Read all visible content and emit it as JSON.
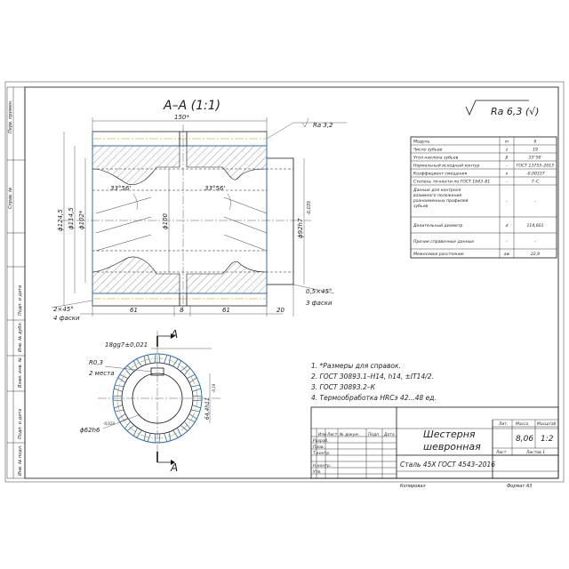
{
  "section_title": "А–А (1:1)",
  "roughness_general": "Ra 6,3 (√)",
  "roughness_local": "Ra 3,2",
  "dimensions": {
    "length": "150*",
    "d_outer": "ϕ124,5",
    "d_root": "ϕ114,5",
    "d_inner": "ϕ102*",
    "d_bore": "ϕ100",
    "d_fit": "ϕ92h7",
    "d_fit_tol": "-0,035",
    "helix_angle_1": "33°56'",
    "helix_angle_2": "33°56'",
    "chamfer_left": "2×45°",
    "chamfer_left_note": "4 фаски",
    "chamfer_right": "0,5×45°",
    "chamfer_right_note": "3 фаски",
    "seg_61_left": "61",
    "seg_8": "8",
    "seg_61_right": "61",
    "seg_20": "20",
    "keyway": "18gg7±0,021",
    "radius": "R0,3",
    "radius_note": "2 места",
    "d_shaft": "ϕ62h6",
    "d_shaft_tol": "-0,019",
    "key_depth": "64,4h11",
    "key_depth_tol": "-0,19",
    "section_mark": "А"
  },
  "gear_params": {
    "rows": [
      {
        "name": "Модуль",
        "sym": "m",
        "val": "6"
      },
      {
        "name": "Число зубьев",
        "sym": "z",
        "val": "19"
      },
      {
        "name": "Угол наклона зубьев",
        "sym": "β",
        "val": "33°56'"
      },
      {
        "name": "Нормальный исходный контур",
        "sym": "–",
        "val": "ГОСТ 13755–2015"
      },
      {
        "name": "Коэффициент смещения",
        "sym": "x",
        "val": "–0,00337"
      },
      {
        "name": "Степень точности по ГОСТ 1643–81",
        "sym": "–",
        "val": "7–С"
      },
      {
        "name": "Данные для контроля взаимного положения разноименных профилей зубьев",
        "sym": "–",
        "val": "–"
      },
      {
        "name": "Делительный диаметр",
        "sym": "d",
        "val": "114,601"
      },
      {
        "name": "Прочие справочные данные",
        "sym": "–",
        "val": "–"
      },
      {
        "name": "Межосевое расстояние",
        "sym": "aw",
        "val": "22,9"
      }
    ]
  },
  "notes": [
    "1. *Размеры для справок.",
    "2. ГОСТ 30893.1–H14, h14, ±IT14/2.",
    "3. ГОСТ 30893.2–К",
    "4. Термообработка HRCэ 42...48 ед."
  ],
  "title_block": {
    "part_name_1": "Шестерня",
    "part_name_2": "шевронная",
    "material": "Сталь 45Х  ГОСТ 4543–2016",
    "col_lit": "Лит.",
    "col_mass": "Масса",
    "col_scale": "Масштаб",
    "mass": "8,06",
    "scale": "1:2",
    "sheet": "Лист",
    "sheets": "Листов 1",
    "rows": [
      "Изм",
      "Лист",
      "№ докум.",
      "Подп.",
      "Дата"
    ],
    "roles": [
      "Разраб.",
      "Пров.",
      "Т.контр.",
      "",
      "Н.контр.",
      "Утв."
    ],
    "copied": "Копировал",
    "format": "Формат  А3"
  },
  "side_stamps": [
    "Перв. примен.",
    "Справ. №",
    "Подп. и дата",
    "Инв. № дубл.",
    "Взам. инв. №",
    "Подп. и дата",
    "Инв. № подл."
  ]
}
